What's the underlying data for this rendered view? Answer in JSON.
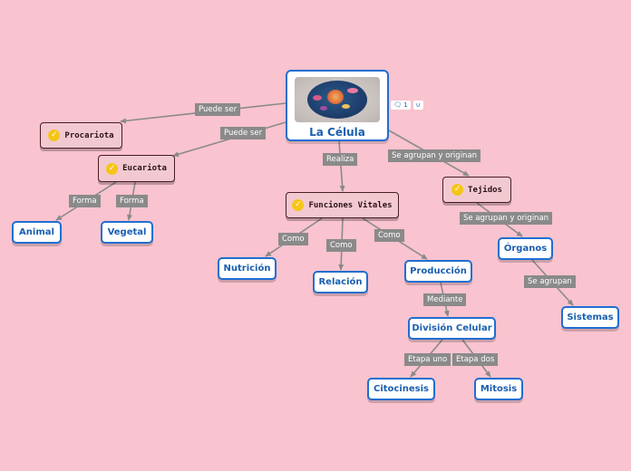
{
  "nodes": [
    {
      "id": "celula",
      "label": "La Célula",
      "kind": "root"
    },
    {
      "id": "procariota",
      "label": "Procariota",
      "kind": "branch",
      "icon": "check-icon"
    },
    {
      "id": "eucariota",
      "label": "Eucariota",
      "kind": "branch",
      "icon": "check-icon"
    },
    {
      "id": "funciones",
      "label": "Funciones Vitales",
      "kind": "branch",
      "icon": "check-icon"
    },
    {
      "id": "tejidos",
      "label": "Tejidos",
      "kind": "branch",
      "icon": "check-icon"
    },
    {
      "id": "animal",
      "label": "Animal",
      "kind": "leaf"
    },
    {
      "id": "vegetal",
      "label": "Vegetal",
      "kind": "leaf"
    },
    {
      "id": "nutricion",
      "label": "Nutrición",
      "kind": "leaf"
    },
    {
      "id": "relacion",
      "label": "Relación",
      "kind": "leaf"
    },
    {
      "id": "produccion",
      "label": "Producción",
      "kind": "leaf"
    },
    {
      "id": "division",
      "label": "División Celular",
      "kind": "leaf"
    },
    {
      "id": "citocinesis",
      "label": "Citocinesis",
      "kind": "leaf"
    },
    {
      "id": "mitosis",
      "label": "Mitosis",
      "kind": "leaf"
    },
    {
      "id": "organos",
      "label": "Órganos",
      "kind": "leaf"
    },
    {
      "id": "sistemas",
      "label": "Sistemas",
      "kind": "leaf"
    }
  ],
  "edges": [
    {
      "from": "celula",
      "to": "procariota",
      "label": "Puede ser"
    },
    {
      "from": "celula",
      "to": "eucariota",
      "label": "Puede ser"
    },
    {
      "from": "celula",
      "to": "funciones",
      "label": "Realiza"
    },
    {
      "from": "celula",
      "to": "tejidos",
      "label": "Se agrupan y originan"
    },
    {
      "from": "eucariota",
      "to": "animal",
      "label": "Forma"
    },
    {
      "from": "eucariota",
      "to": "vegetal",
      "label": "Forma"
    },
    {
      "from": "funciones",
      "to": "nutricion",
      "label": "Como"
    },
    {
      "from": "funciones",
      "to": "relacion",
      "label": "Como"
    },
    {
      "from": "funciones",
      "to": "produccion",
      "label": "Como"
    },
    {
      "from": "produccion",
      "to": "division",
      "label": "Mediante"
    },
    {
      "from": "division",
      "to": "citocinesis",
      "label": "Etapa uno"
    },
    {
      "from": "division",
      "to": "mitosis",
      "label": "Etapa dos"
    },
    {
      "from": "tejidos",
      "to": "organos",
      "label": "Se agrupan y originan"
    },
    {
      "from": "organos",
      "to": "sistemas",
      "label": "Se agrupan"
    }
  ],
  "badges": {
    "comment_icon": "comment-icon",
    "comment_count": "1",
    "attachment_icon": "paperclip-icon"
  },
  "colors": {
    "background": "#f9c3cf",
    "accent": "#1f6fd1",
    "branch_fill": "#f3c9d1",
    "edge": "#8a8a8a",
    "check": "#f5c518"
  }
}
